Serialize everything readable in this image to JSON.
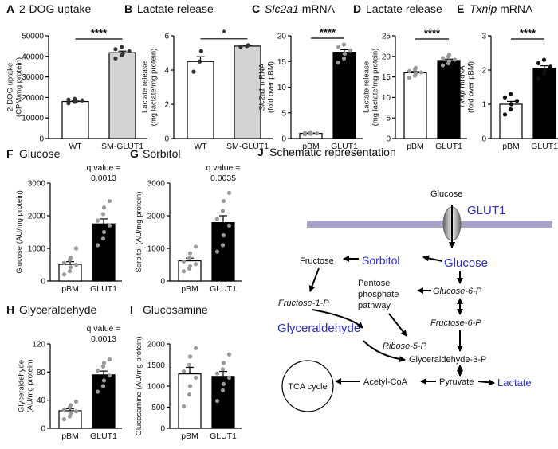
{
  "chart_data": [
    {
      "id": "A",
      "type": "bar",
      "letter": "A",
      "title": "2-DOG uptake",
      "ylabel_lines": [
        "2-DOG uptake",
        "(CPM/mg protein)"
      ],
      "ylim": [
        0,
        50000
      ],
      "yticks": [
        0,
        10000,
        20000,
        30000,
        40000,
        50000
      ],
      "categories": [
        "WT",
        "SM-GLUT1"
      ],
      "values": [
        18000,
        41800
      ],
      "fills": [
        "#ffffff",
        "#d3d3d3"
      ],
      "points": [
        [
          17200,
          17800,
          18200,
          18500,
          18900,
          19300
        ],
        [
          39000,
          40500,
          41500,
          42500,
          43500,
          44500
        ]
      ],
      "point_color": "#333333",
      "annotation": "****"
    },
    {
      "id": "B",
      "type": "bar",
      "letter": "B",
      "title": "Lactate release",
      "ylabel_lines": [
        "Lactate release",
        "(mg lactate/mg protein)"
      ],
      "ylim": [
        0,
        6
      ],
      "yticks": [
        0,
        2,
        4,
        6
      ],
      "categories": [
        "WT",
        "SM-GLUT1"
      ],
      "values": [
        4.5,
        5.4
      ],
      "fills": [
        "#ffffff",
        "#d3d3d3"
      ],
      "points": [
        [
          3.9,
          4.5,
          5.1
        ],
        [
          5.35,
          5.4,
          5.45
        ]
      ],
      "point_color": "#333333",
      "annotation": "*"
    },
    {
      "id": "C",
      "type": "bar",
      "letter": "C",
      "title": "Slc2a1 mRNA",
      "title_italic": "Slc2a1",
      "title_rest": " mRNA",
      "ylabel_lines": [
        "Slc2a1 mRNA",
        "(fold over pBM)"
      ],
      "ylim": [
        0,
        20
      ],
      "yticks": [
        0,
        5,
        10,
        15,
        20
      ],
      "categories": [
        "pBM",
        "GLUT1"
      ],
      "values": [
        1.0,
        16.8
      ],
      "fills": [
        "#ffffff",
        "#000000"
      ],
      "points": [
        [
          0.8,
          0.9,
          1.0,
          1.0,
          1.1,
          1.2
        ],
        [
          14.8,
          15.6,
          16.5,
          17.2,
          17.8,
          18.3
        ]
      ],
      "point_color": "#999999",
      "annotation": "****"
    },
    {
      "id": "D",
      "type": "bar",
      "letter": "D",
      "title": "Lactate release",
      "ylabel_lines": [
        "Lactate release",
        "(mg lactate/mg protein)"
      ],
      "ylim": [
        0,
        25
      ],
      "yticks": [
        0,
        5,
        10,
        15,
        20,
        25
      ],
      "categories": [
        "pBM",
        "GLUT1"
      ],
      "values": [
        16.0,
        19.0
      ],
      "fills": [
        "#ffffff",
        "#000000"
      ],
      "points": [
        [
          14.8,
          15.3,
          15.8,
          16.1,
          16.4,
          16.8,
          17.2
        ],
        [
          17.8,
          18.3,
          18.8,
          19.2,
          19.6,
          20.0,
          20.4
        ]
      ],
      "point_color": "#999999",
      "annotation": "****"
    },
    {
      "id": "E",
      "type": "bar",
      "letter": "E",
      "title": "Txnip mRNA",
      "title_italic": "Txnip",
      "title_rest": " mRNA",
      "ylabel_lines": [
        "Txnip mRNA",
        "(fold over pBM)"
      ],
      "ylim": [
        0,
        3
      ],
      "yticks": [
        0,
        1,
        2,
        3
      ],
      "categories": [
        "pBM",
        "GLUT1"
      ],
      "values": [
        1.0,
        2.05
      ],
      "fills": [
        "#ffffff",
        "#000000"
      ],
      "points": [
        [
          0.7,
          0.85,
          1.0,
          1.1,
          1.2,
          1.3
        ],
        [
          1.75,
          1.9,
          2.0,
          2.1,
          2.2,
          2.3
        ]
      ],
      "point_color": "#111111",
      "annotation": "****"
    },
    {
      "id": "F",
      "type": "bar",
      "letter": "F",
      "title": "Glucose",
      "ylabel_lines": [
        "Glucose (AU/mg protein)"
      ],
      "ylim": [
        0,
        3000
      ],
      "yticks": [
        0,
        1000,
        2000,
        3000
      ],
      "categories": [
        "pBM",
        "GLUT1"
      ],
      "values": [
        510,
        1750
      ],
      "fills": [
        "#ffffff",
        "#000000"
      ],
      "points": [
        [
          200,
          300,
          420,
          500,
          560,
          650,
          720,
          1000
        ],
        [
          1100,
          1300,
          1500,
          1700,
          1850,
          2050,
          2250,
          2450
        ]
      ],
      "point_color": "#999999",
      "annotation": "q value =\n0.0013"
    },
    {
      "id": "G",
      "type": "bar",
      "letter": "G",
      "title": "Sorbitol",
      "ylabel_lines": [
        "Sorbitol (AU/mg protein)"
      ],
      "ylim": [
        0,
        3000
      ],
      "yticks": [
        0,
        1000,
        2000,
        3000
      ],
      "categories": [
        "pBM",
        "GLUT1"
      ],
      "values": [
        620,
        1790
      ],
      "fills": [
        "#ffffff",
        "#000000"
      ],
      "points": [
        [
          300,
          380,
          450,
          520,
          600,
          700,
          850,
          1050
        ],
        [
          900,
          1100,
          1400,
          1700,
          1900,
          2150,
          2450,
          2700
        ]
      ],
      "point_color": "#999999",
      "annotation": "q value =\n0.0035"
    },
    {
      "id": "H",
      "type": "bar",
      "letter": "H",
      "title": "Glyceraldehyde",
      "ylabel_lines": [
        "Glyceraldehyde",
        "(AU/mg protein)"
      ],
      "ylim": [
        0,
        120
      ],
      "yticks": [
        0,
        40,
        80,
        120
      ],
      "categories": [
        "pBM",
        "GLUT1"
      ],
      "values": [
        25,
        76
      ],
      "fills": [
        "#ffffff",
        "#000000"
      ],
      "points": [
        [
          13,
          17,
          21,
          24,
          27,
          30,
          33,
          38
        ],
        [
          52,
          60,
          68,
          75,
          82,
          88,
          93,
          98
        ]
      ],
      "point_color": "#999999",
      "annotation": "q value =\n0.0013"
    },
    {
      "id": "I",
      "type": "bar",
      "letter": "I",
      "title": "Glucosamine",
      "ylabel_lines": [
        "Glucosamine (AU/mg protein)"
      ],
      "ylim": [
        0,
        2000
      ],
      "yticks": [
        0,
        500,
        1000,
        1500,
        2000
      ],
      "categories": [
        "pBM",
        "GLUT1"
      ],
      "values": [
        1290,
        1230
      ],
      "fills": [
        "#ffffff",
        "#000000"
      ],
      "points": [
        [
          520,
          800,
          1000,
          1200,
          1350,
          1500,
          1700,
          1900
        ],
        [
          650,
          900,
          1050,
          1200,
          1300,
          1400,
          1550,
          1750
        ]
      ],
      "point_color": "#999999",
      "annotation": ""
    }
  ],
  "schematic": {
    "letter": "J",
    "title": "Schematic representation",
    "labels": {
      "glucose_top": "Glucose",
      "glut1": "GLUT1",
      "fructose": "Fructose",
      "sorbitol": "Sorbitol",
      "glucose": "Glucose",
      "pentose": "Pentose",
      "phosphate": "phosphate",
      "pathway": "pathway",
      "glucose6p": "Glucose-6-P",
      "fructose1p": "Fructose-1-P",
      "fructose6p": "Fructose-6-P",
      "glyceraldehyde": "Glyceraldehyde",
      "ribose5p": "Ribose-5-P",
      "gap": "Glyceraldehyde-3-P",
      "tca": "TCA cycle",
      "acetylcoa": "Acetyl-CoA",
      "pyruvate": "Pyruvate",
      "lactate": "Lactate"
    },
    "colors": {
      "highlight": "#2b2bd0",
      "membrane": "#a9a3c9"
    }
  }
}
